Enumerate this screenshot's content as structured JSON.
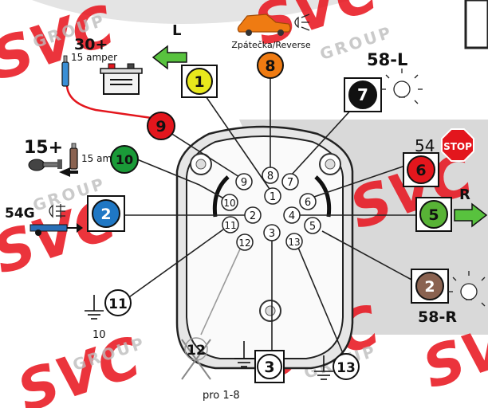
{
  "labels": {
    "plus30": "30+",
    "amp_30": "15 amper",
    "l_side": "L",
    "reverse": "Zpátečka/Reverse",
    "l58": "58-L",
    "plus15": "15+",
    "amp_15": "15 amper",
    "s54": "54",
    "stop_sign": "STOP",
    "g54": "54G",
    "r_side": "R",
    "r58": "58-R",
    "ground10": "10",
    "pro18": "pro 1-8"
  },
  "badges": [
    {
      "id": "b1",
      "num": "1",
      "color": "#e8e81c"
    },
    {
      "id": "b8",
      "num": "8",
      "color": "#ef7b12"
    },
    {
      "id": "b7",
      "num": "7",
      "color": "#111111"
    },
    {
      "id": "b9",
      "num": "9",
      "color": "#e3161d"
    },
    {
      "id": "b10",
      "num": "10",
      "color": "#1a9a38"
    },
    {
      "id": "b6",
      "num": "6",
      "color": "#e3161d"
    },
    {
      "id": "b2blue",
      "num": "2",
      "color": "#1f77c4"
    },
    {
      "id": "b5",
      "num": "5",
      "color": "#58b336"
    },
    {
      "id": "b2brown",
      "num": "2",
      "color": "#8a6250"
    },
    {
      "id": "b11",
      "num": "11",
      "color": "#ffffff"
    },
    {
      "id": "b12",
      "num": "12",
      "color": "#ffffff"
    },
    {
      "id": "b3",
      "num": "3",
      "color": "#ffffff"
    },
    {
      "id": "b13",
      "num": "13",
      "color": "#ffffff"
    }
  ],
  "pins": [
    "1",
    "2",
    "3",
    "4",
    "5",
    "6",
    "7",
    "8",
    "9",
    "10",
    "11",
    "12",
    "13"
  ],
  "watermark": {
    "brand": "SVC",
    "sub": "GROUP",
    "color": "#e8111b"
  }
}
